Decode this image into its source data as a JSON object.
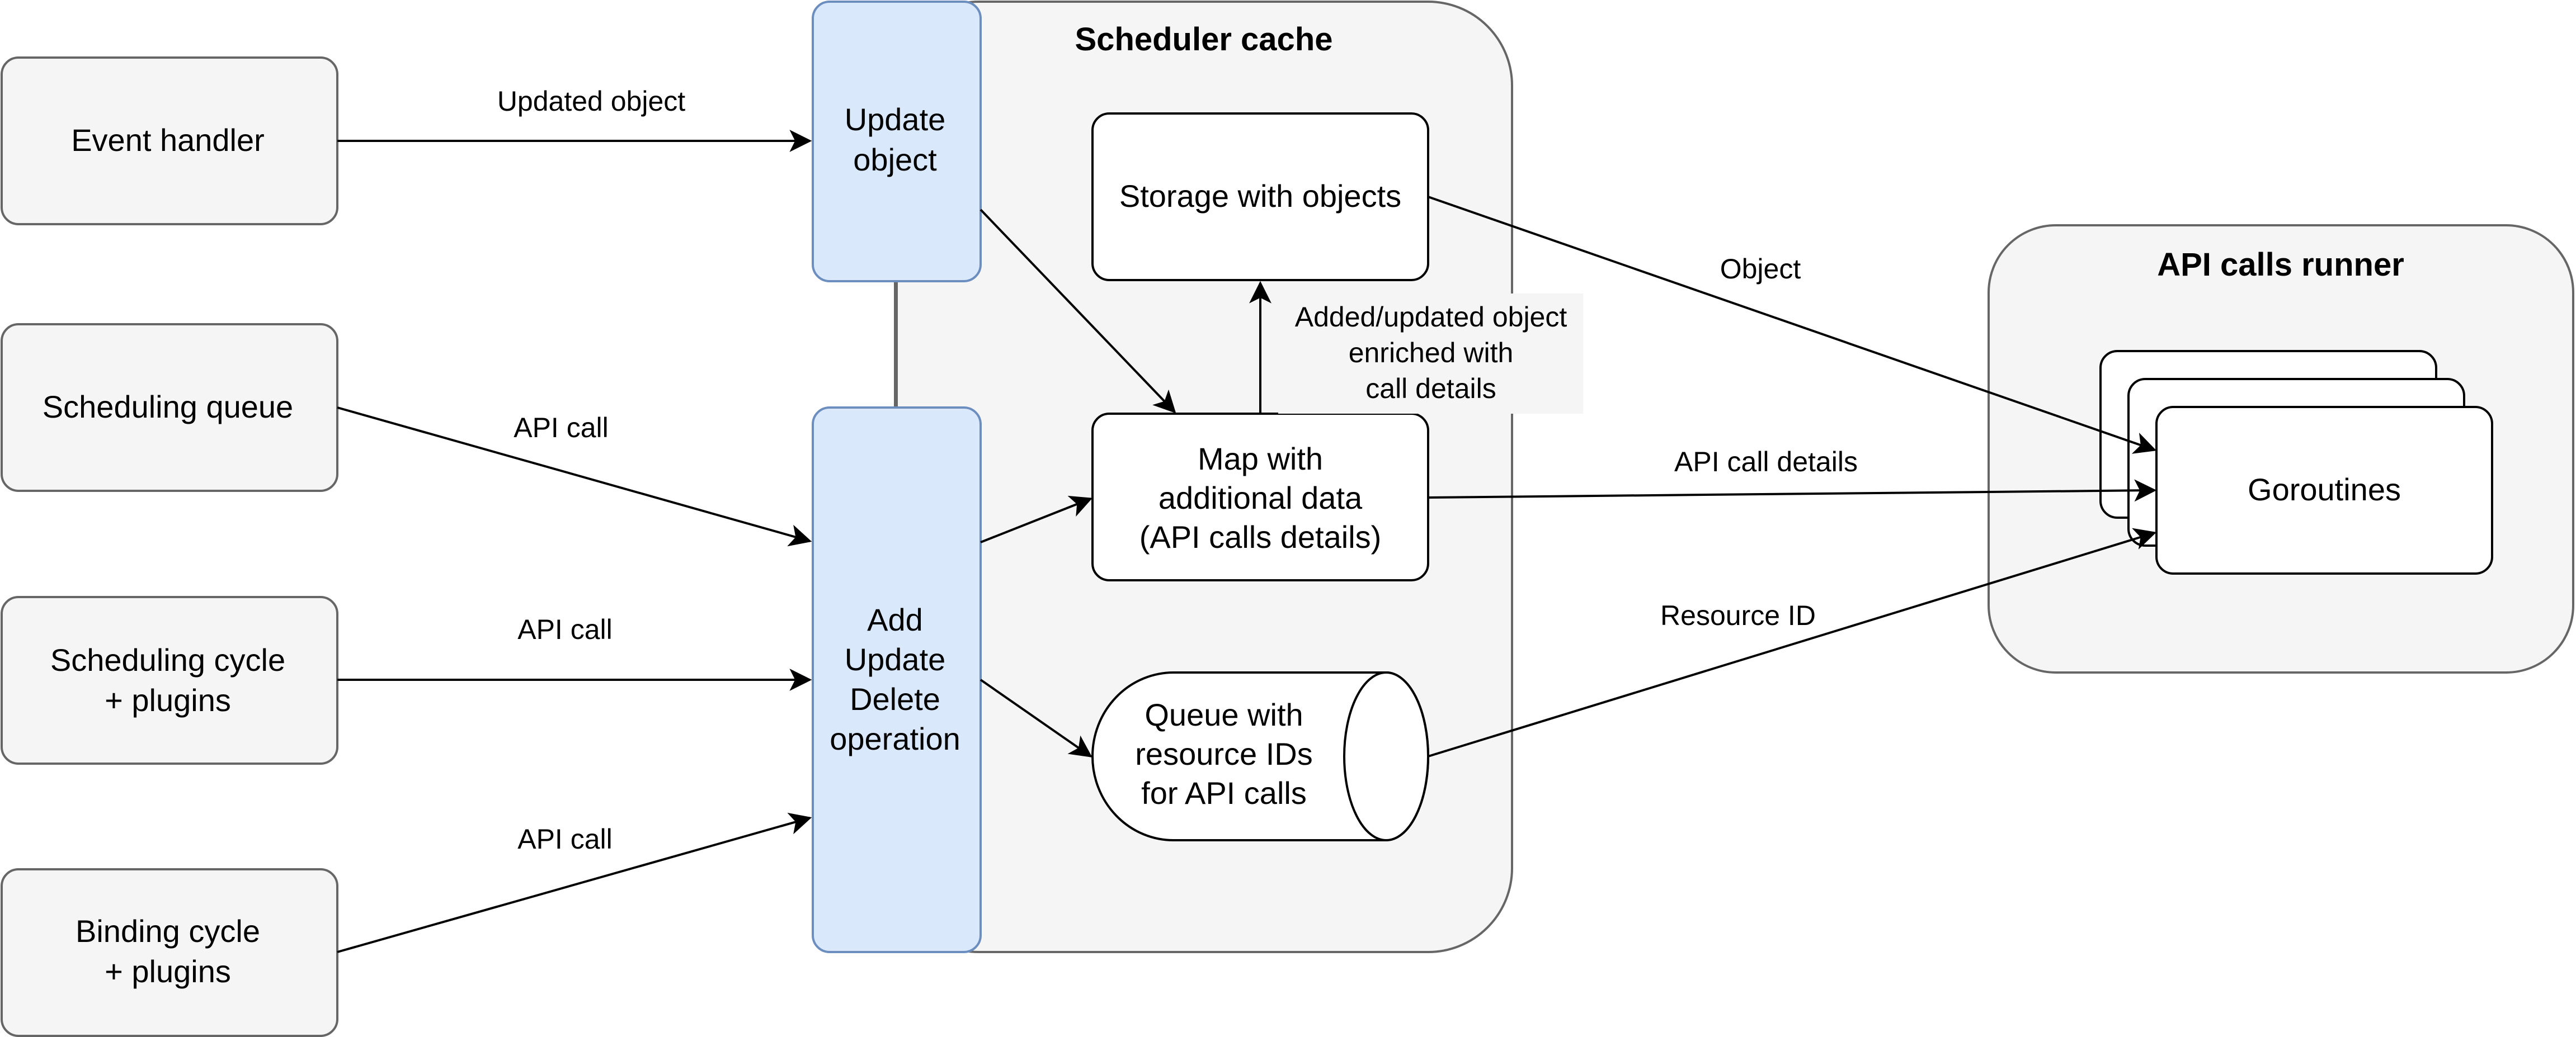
{
  "colors": {
    "node_fill": "#f5f5f5",
    "node_stroke": "#666666",
    "op_fill": "#dae8fc",
    "op_stroke": "#6c8ebf",
    "inner_fill": "#ffffff",
    "edge": "#000000"
  },
  "nodes": {
    "event_handler": "Event handler",
    "scheduling_queue": "Scheduling queue",
    "scheduling_cycle": [
      "Scheduling cycle",
      "+ plugins"
    ],
    "binding_cycle": [
      "Binding cycle",
      "+ plugins"
    ],
    "update_object": [
      "Update",
      "object"
    ],
    "add_update_delete": [
      "Add",
      "Update",
      "Delete",
      "operation"
    ],
    "scheduler_cache_title": "Scheduler cache",
    "storage": "Storage with objects",
    "map": [
      "Map with",
      "additional data",
      "(API calls details)"
    ],
    "queue": [
      "Queue with",
      "resource IDs",
      "for API calls"
    ],
    "api_runner_title": "API calls runner",
    "goroutines": "Goroutines"
  },
  "edges": {
    "updated_object": "Updated object",
    "api_call_queue": "API call",
    "api_call_cycle": "API call",
    "api_call_binding": "API call",
    "enriched": [
      "Added/updated object",
      "enriched with",
      "call details"
    ],
    "object": "Object",
    "api_call_details": "API call details",
    "resource_id": "Resource ID"
  }
}
